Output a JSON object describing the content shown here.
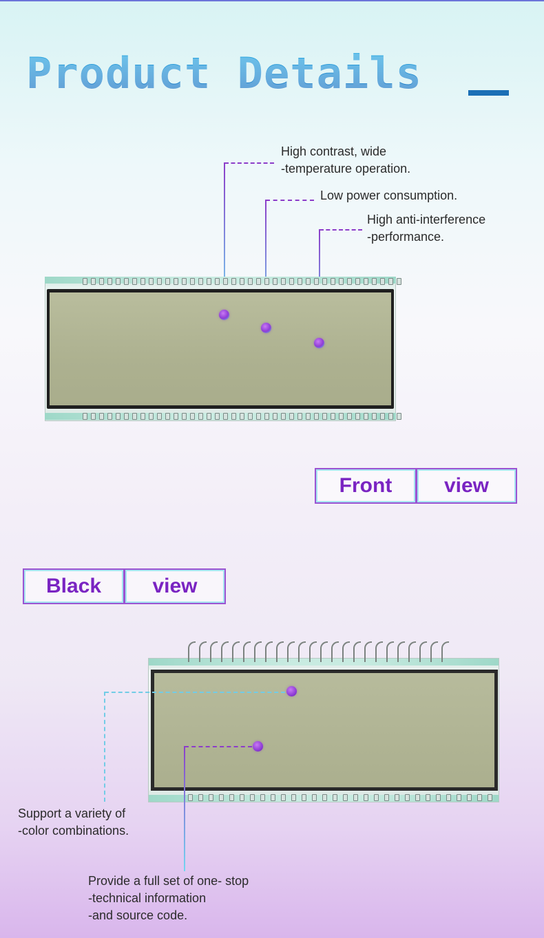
{
  "header": {
    "title": "Product Details"
  },
  "front_callouts": [
    {
      "lines": [
        "High contrast, wide",
        "-temperature operation."
      ]
    },
    {
      "lines": [
        "Low power consumption."
      ]
    },
    {
      "lines": [
        "High anti-interference",
        "-performance."
      ]
    }
  ],
  "front_tag": {
    "word1": "Front",
    "word2": "view"
  },
  "back_tag": {
    "word1": "Black",
    "word2": "view"
  },
  "back_callouts": [
    {
      "lines": [
        "Support a variety of",
        "-color combinations."
      ]
    },
    {
      "lines": [
        "Provide a full set of one- stop",
        "-technical information",
        "-and source code."
      ]
    }
  ],
  "colors": {
    "accent_purple": "#8c3cc9",
    "accent_cyan": "#72cce6",
    "title_blue": "#1c86c8",
    "tag_text": "#7a24c2"
  }
}
